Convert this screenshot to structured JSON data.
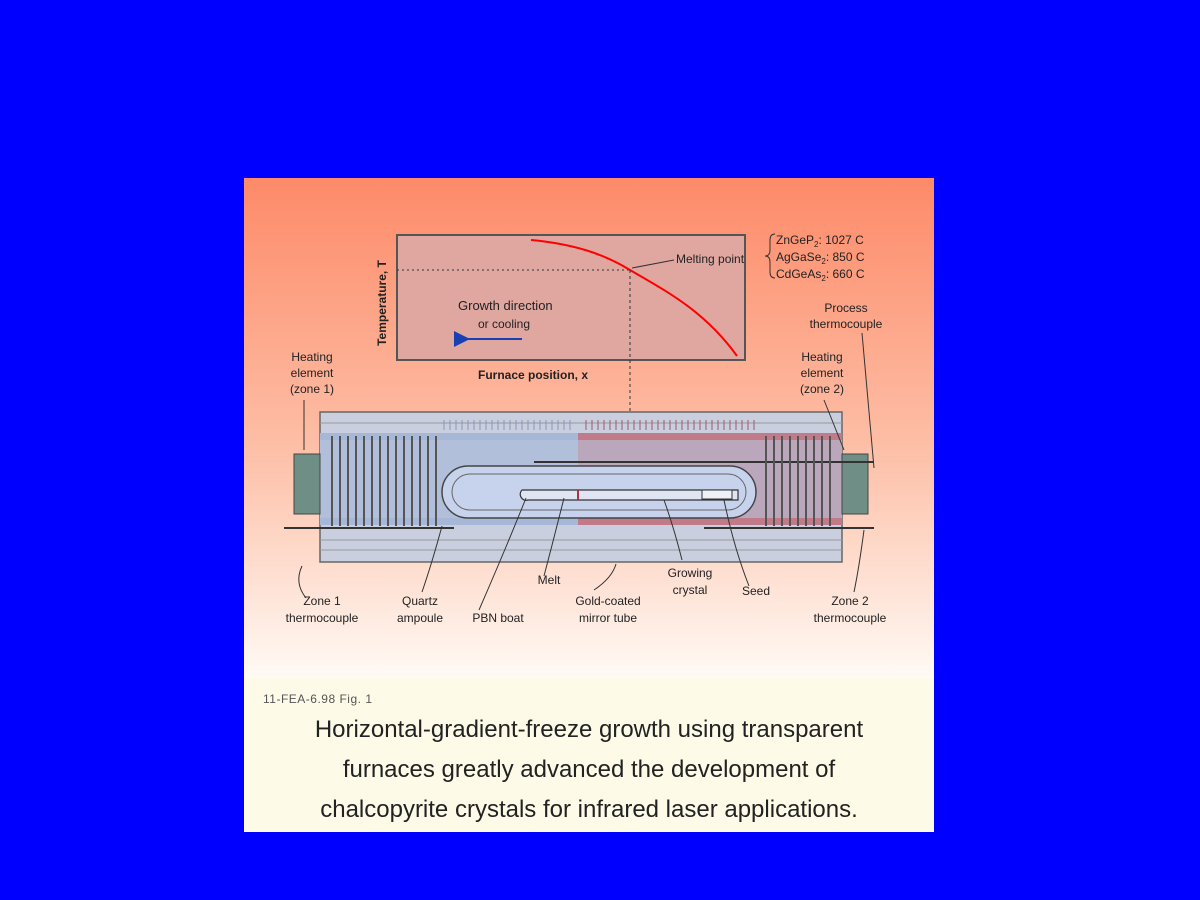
{
  "figure": {
    "chart": {
      "ylabel": "Temperature, T",
      "xlabel": "Furnace position, x",
      "melting_point_label": "Melting point",
      "growth_direction": [
        "Growth direction",
        "or cooling"
      ],
      "materials": [
        {
          "formula": "ZnGeP",
          "sub": "2",
          "value": ": 1027 C"
        },
        {
          "formula": "AgGaSe",
          "sub": "2",
          "value": ": 850 C"
        },
        {
          "formula": "CdGeAs",
          "sub": "2",
          "value": ": 660 C"
        }
      ]
    },
    "labels": {
      "heating_element_zone1": [
        "Heating",
        "element",
        "(zone 1)"
      ],
      "heating_element_zone2": [
        "Heating",
        "element",
        "(zone 2)"
      ],
      "process_thermocouple": [
        "Process",
        "thermocouple"
      ],
      "zone1_thermocouple": [
        "Zone 1",
        "thermocouple"
      ],
      "quartz_ampoule": [
        "Quartz",
        "ampoule"
      ],
      "pbn_boat": [
        "PBN boat"
      ],
      "melt": [
        "Melt"
      ],
      "gold_coated_mirror_tube": [
        "Gold-coated",
        "mirror tube"
      ],
      "growing_crystal": [
        "Growing",
        "crystal"
      ],
      "seed": [
        "Seed"
      ],
      "zone2_thermocouple": [
        "Zone 2",
        "thermocouple"
      ]
    },
    "figure_id": "11-FEA-6.98 Fig. 1",
    "caption": [
      "Horizontal-gradient-freeze growth using transparent",
      "furnaces greatly advanced the development of",
      "chalcopyrite crystals for infrared laser applications."
    ],
    "colors": {
      "background": "#0000ff",
      "gradient_top": "#fd8a68",
      "gradient_bottom": "#fffaf5",
      "chart_fill": "#dfa7a0",
      "curve": "#ff0000",
      "arrow": "#1a3fb3",
      "zone1_tube": "#a7b7d8",
      "zone2_tube": "#c07a88",
      "caption_bg": "#fdfbe8"
    }
  }
}
